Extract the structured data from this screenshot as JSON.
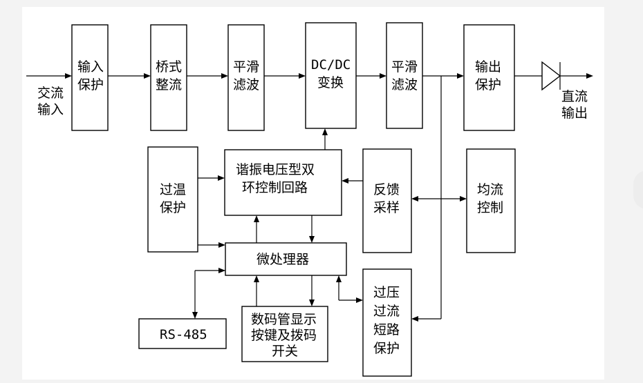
{
  "diagram": {
    "input_label": [
      "交流",
      "输入"
    ],
    "output_label": [
      "直流",
      "输出"
    ],
    "blocks": {
      "input_protection": [
        "输入",
        "保护"
      ],
      "bridge_rectifier": [
        "桥式",
        "整流"
      ],
      "smoothing_filter_1": [
        "平滑",
        "滤波"
      ],
      "dcdc_converter": [
        "DC/DC",
        "变换"
      ],
      "smoothing_filter_2": [
        "平滑",
        "滤波"
      ],
      "output_protection": [
        "输出",
        "保护"
      ],
      "resonant_control": [
        "谐振电压型双",
        "环控制回路"
      ],
      "over_temp_protection": [
        "过温",
        "保护"
      ],
      "feedback_sampling": [
        "反馈",
        "采样"
      ],
      "current_sharing": [
        "均流",
        "控制"
      ],
      "microprocessor": [
        "微处理器"
      ],
      "rs485": [
        "RS-485"
      ],
      "display_keys": [
        "数码管显示",
        "按键及拨码",
        "开关"
      ],
      "fault_protection": [
        "过压",
        "过流",
        "短路",
        "保护"
      ]
    },
    "colors": {
      "line": "#000000",
      "box_fill": "#ffffff",
      "background": "#f3f3f3",
      "canvas": "#ffffff"
    }
  }
}
